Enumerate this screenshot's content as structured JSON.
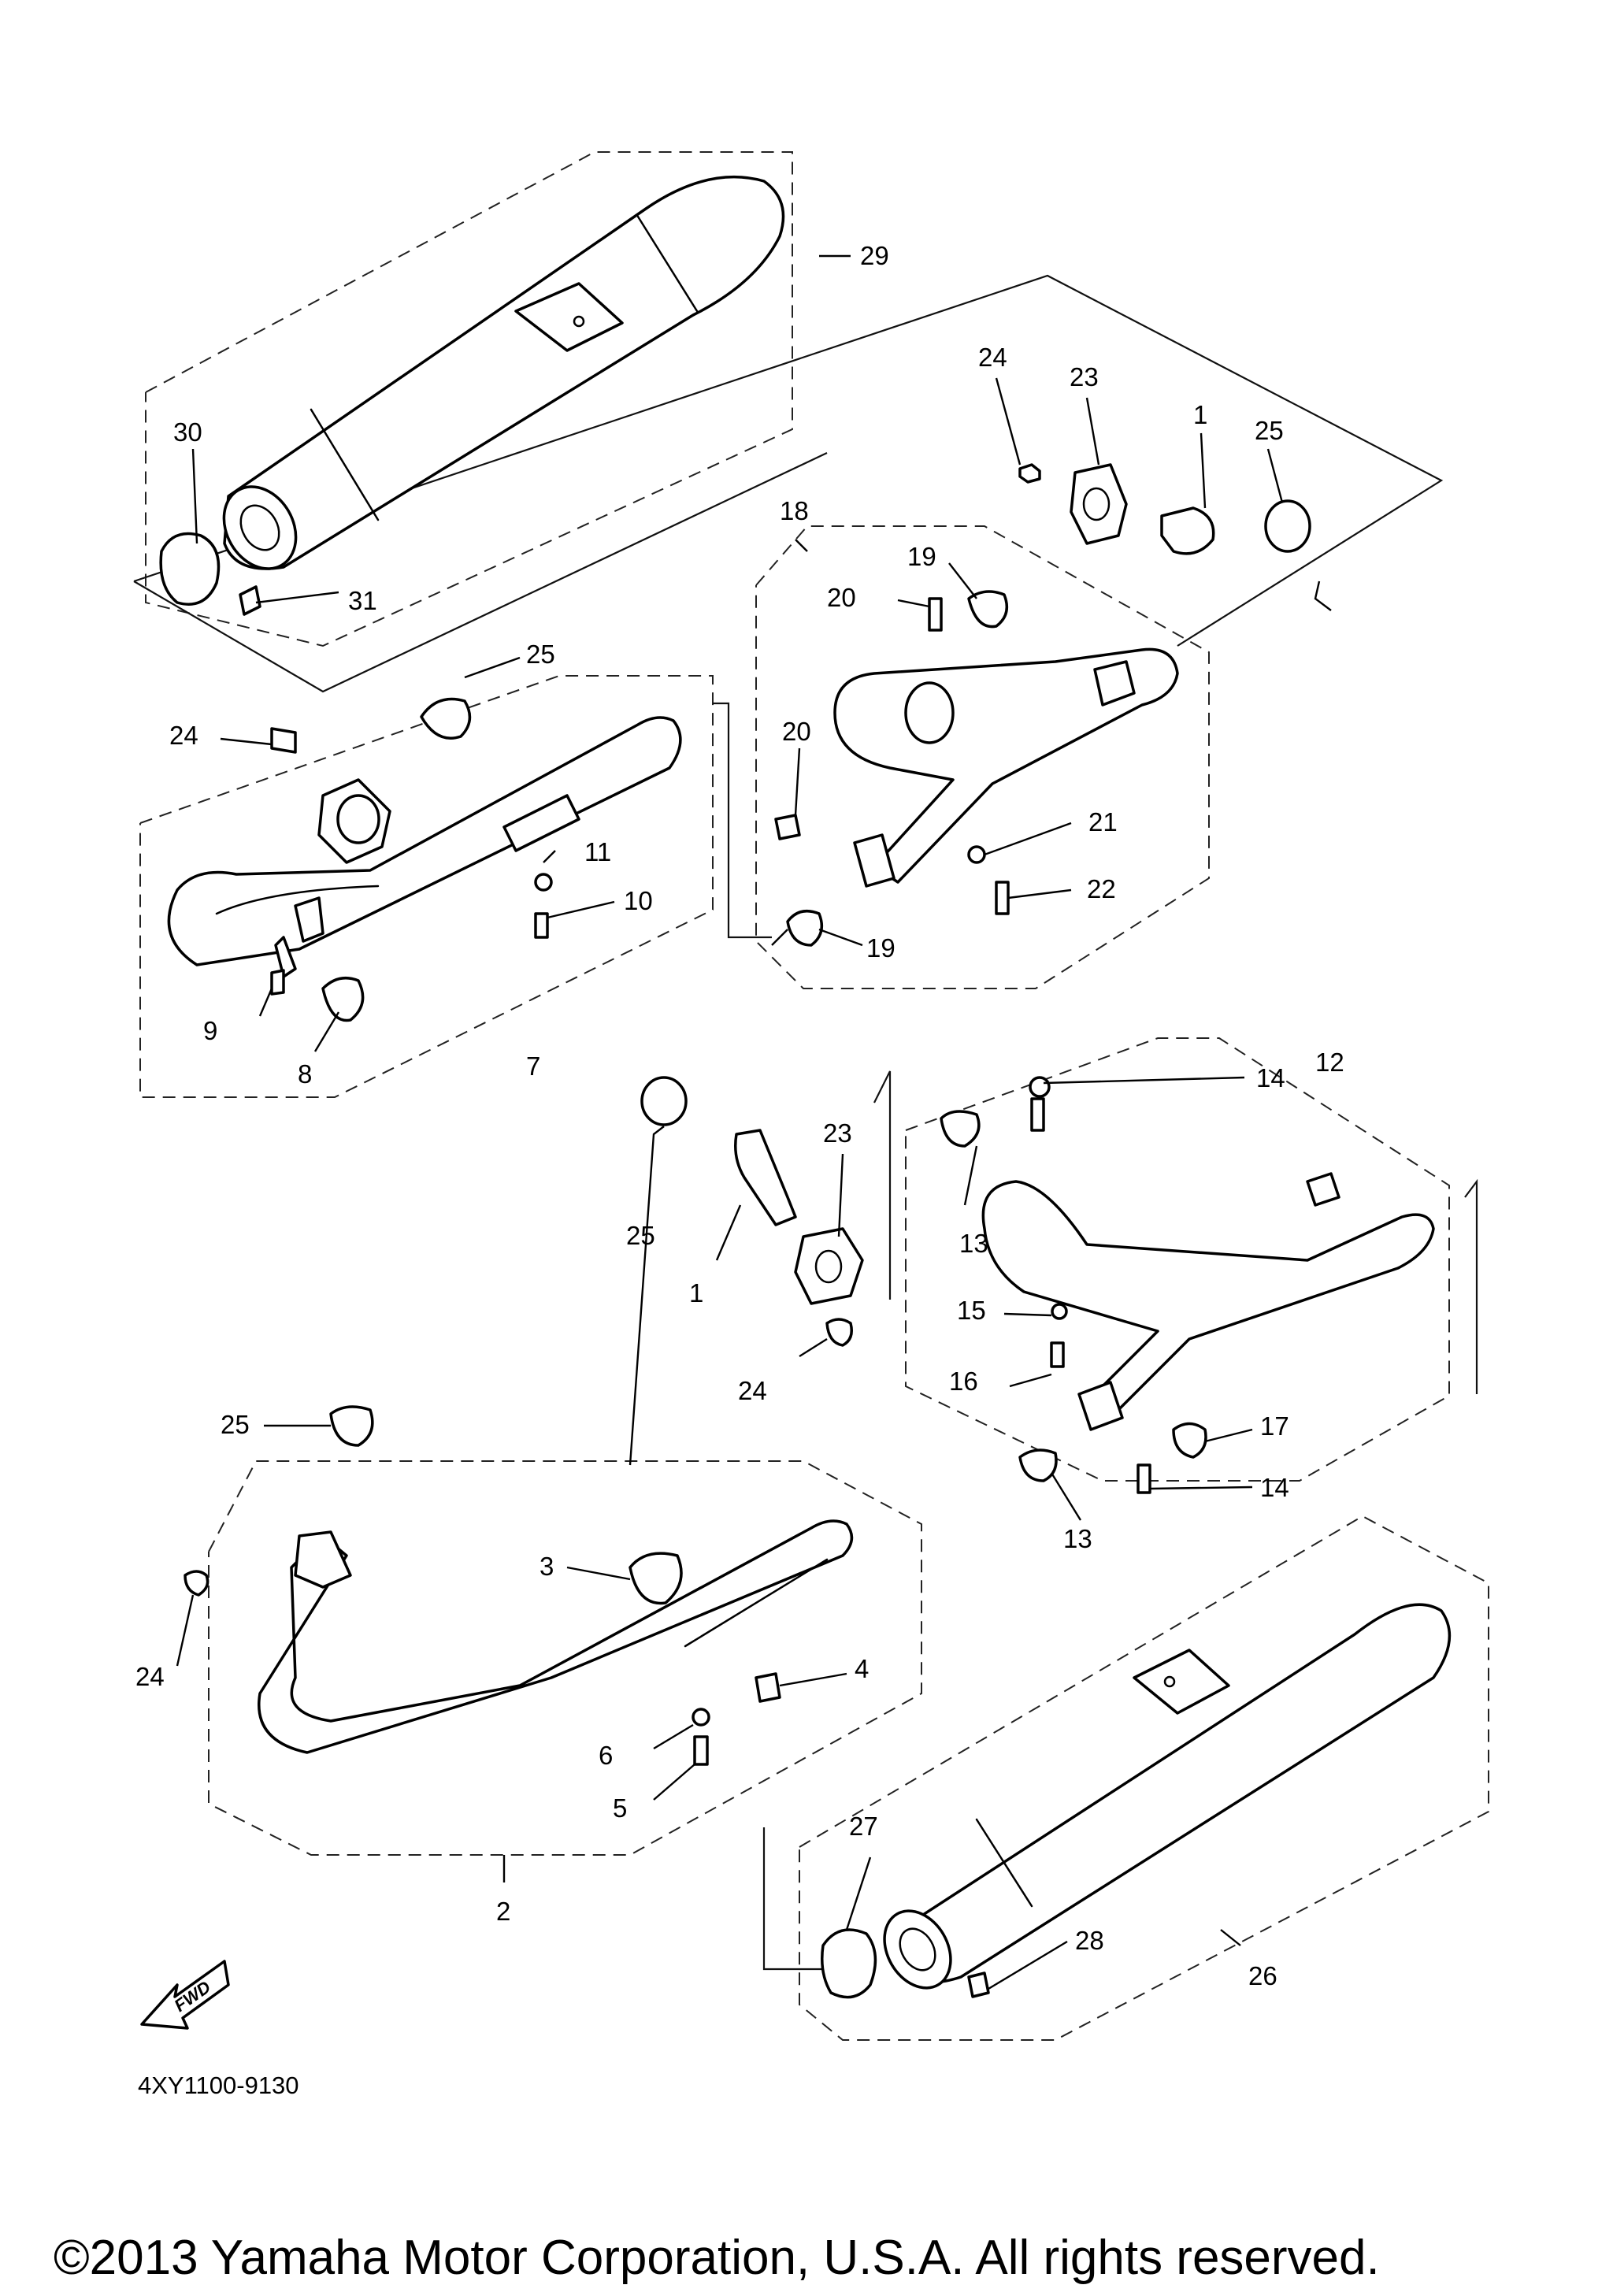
{
  "diagram": {
    "part_numbers": [
      {
        "id": "1",
        "text": "1"
      },
      {
        "id": "1b",
        "text": "1"
      },
      {
        "id": "2",
        "text": "2"
      },
      {
        "id": "3",
        "text": "3"
      },
      {
        "id": "4",
        "text": "4"
      },
      {
        "id": "5",
        "text": "5"
      },
      {
        "id": "6",
        "text": "6"
      },
      {
        "id": "7",
        "text": "7"
      },
      {
        "id": "8",
        "text": "8"
      },
      {
        "id": "9",
        "text": "9"
      },
      {
        "id": "10",
        "text": "10"
      },
      {
        "id": "11",
        "text": "11"
      },
      {
        "id": "12",
        "text": "12"
      },
      {
        "id": "13a",
        "text": "13"
      },
      {
        "id": "13b",
        "text": "13"
      },
      {
        "id": "14a",
        "text": "14"
      },
      {
        "id": "14b",
        "text": "14"
      },
      {
        "id": "15",
        "text": "15"
      },
      {
        "id": "16",
        "text": "16"
      },
      {
        "id": "17",
        "text": "17"
      },
      {
        "id": "18",
        "text": "18"
      },
      {
        "id": "19a",
        "text": "19"
      },
      {
        "id": "19b",
        "text": "19"
      },
      {
        "id": "20a",
        "text": "20"
      },
      {
        "id": "20b",
        "text": "20"
      },
      {
        "id": "21",
        "text": "21"
      },
      {
        "id": "22",
        "text": "22"
      },
      {
        "id": "23a",
        "text": "23"
      },
      {
        "id": "23b",
        "text": "23"
      },
      {
        "id": "24a",
        "text": "24"
      },
      {
        "id": "24b",
        "text": "24"
      },
      {
        "id": "24c",
        "text": "24"
      },
      {
        "id": "24d",
        "text": "24"
      },
      {
        "id": "25a",
        "text": "25"
      },
      {
        "id": "25b",
        "text": "25"
      },
      {
        "id": "25c",
        "text": "25"
      },
      {
        "id": "25d",
        "text": "25"
      },
      {
        "id": "26",
        "text": "26"
      },
      {
        "id": "27",
        "text": "27"
      },
      {
        "id": "28",
        "text": "28"
      },
      {
        "id": "29",
        "text": "29"
      },
      {
        "id": "30",
        "text": "30"
      },
      {
        "id": "31",
        "text": "31"
      }
    ],
    "fwd_label": "FWD",
    "diagram_code": "4XY1100-9130",
    "copyright": "©2013 Yamaha Motor Corporation, U.S.A. All rights reserved."
  }
}
